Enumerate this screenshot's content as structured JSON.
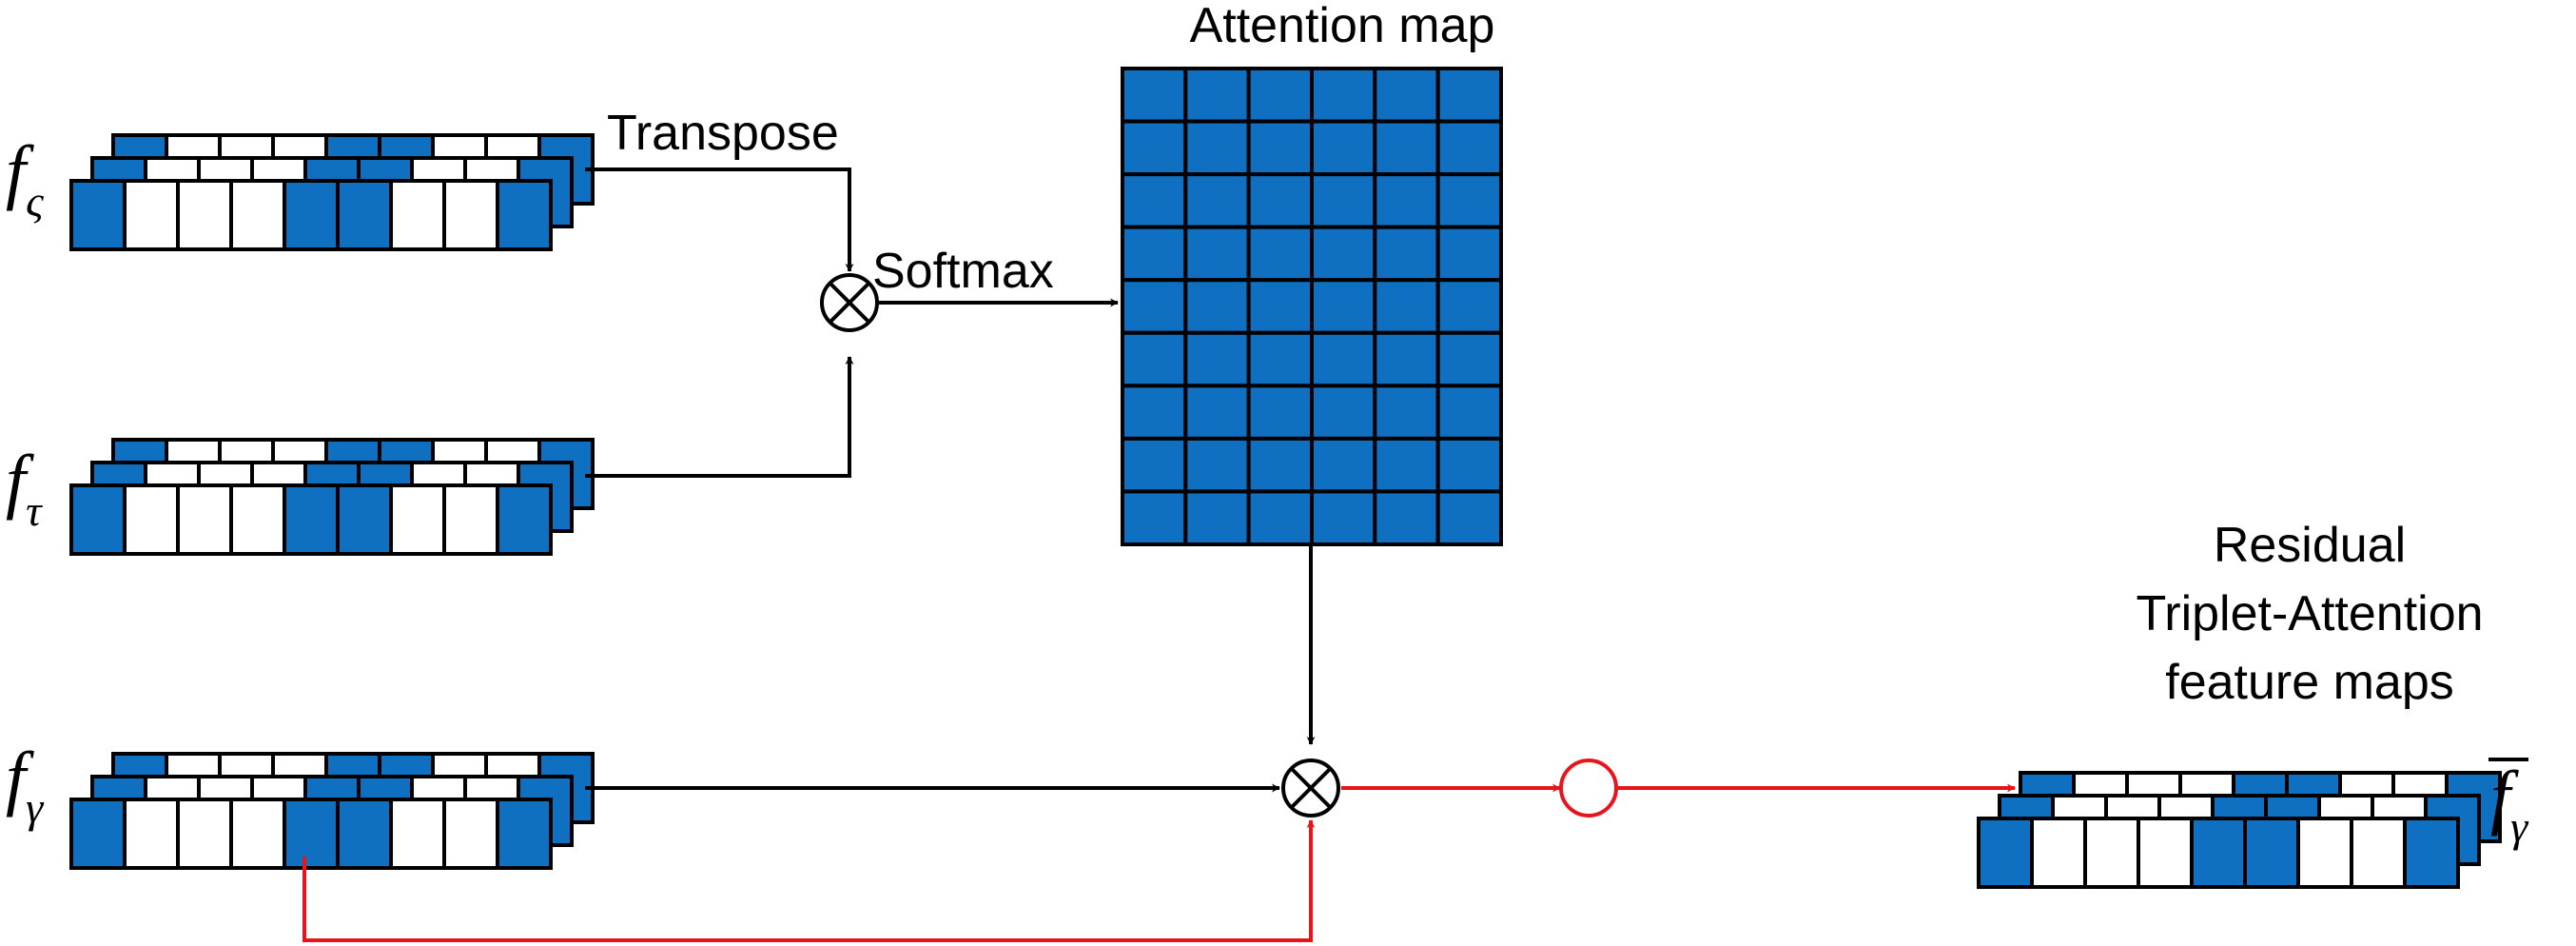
{
  "labels": {
    "attention_map": "Attention map",
    "transpose": "Transpose",
    "softmax": "Softmax",
    "output_line1": "Residual",
    "output_line2": "Triplet-Attention",
    "output_line3": "feature maps"
  },
  "symbols": {
    "input1": {
      "base": "f",
      "sub": "ς"
    },
    "input2": {
      "base": "f",
      "sub": "τ"
    },
    "input3": {
      "base": "f",
      "sub": "γ"
    },
    "output": {
      "base": "f",
      "sub": "γ",
      "overline": true
    }
  },
  "feature_map": {
    "layers": 3,
    "cells": 9,
    "pattern": [
      "blue",
      "white",
      "white",
      "white",
      "blue",
      "blue",
      "white",
      "white",
      "blue"
    ]
  },
  "attention_grid": {
    "cols": 6,
    "rows": 9
  },
  "operators": [
    "matrix-multiply",
    "matrix-multiply",
    "element-wise-sum"
  ],
  "colors": {
    "blue": "#0f6fc0",
    "white": "#ffffff",
    "stroke": "#000000",
    "residual": "#e8141b"
  }
}
